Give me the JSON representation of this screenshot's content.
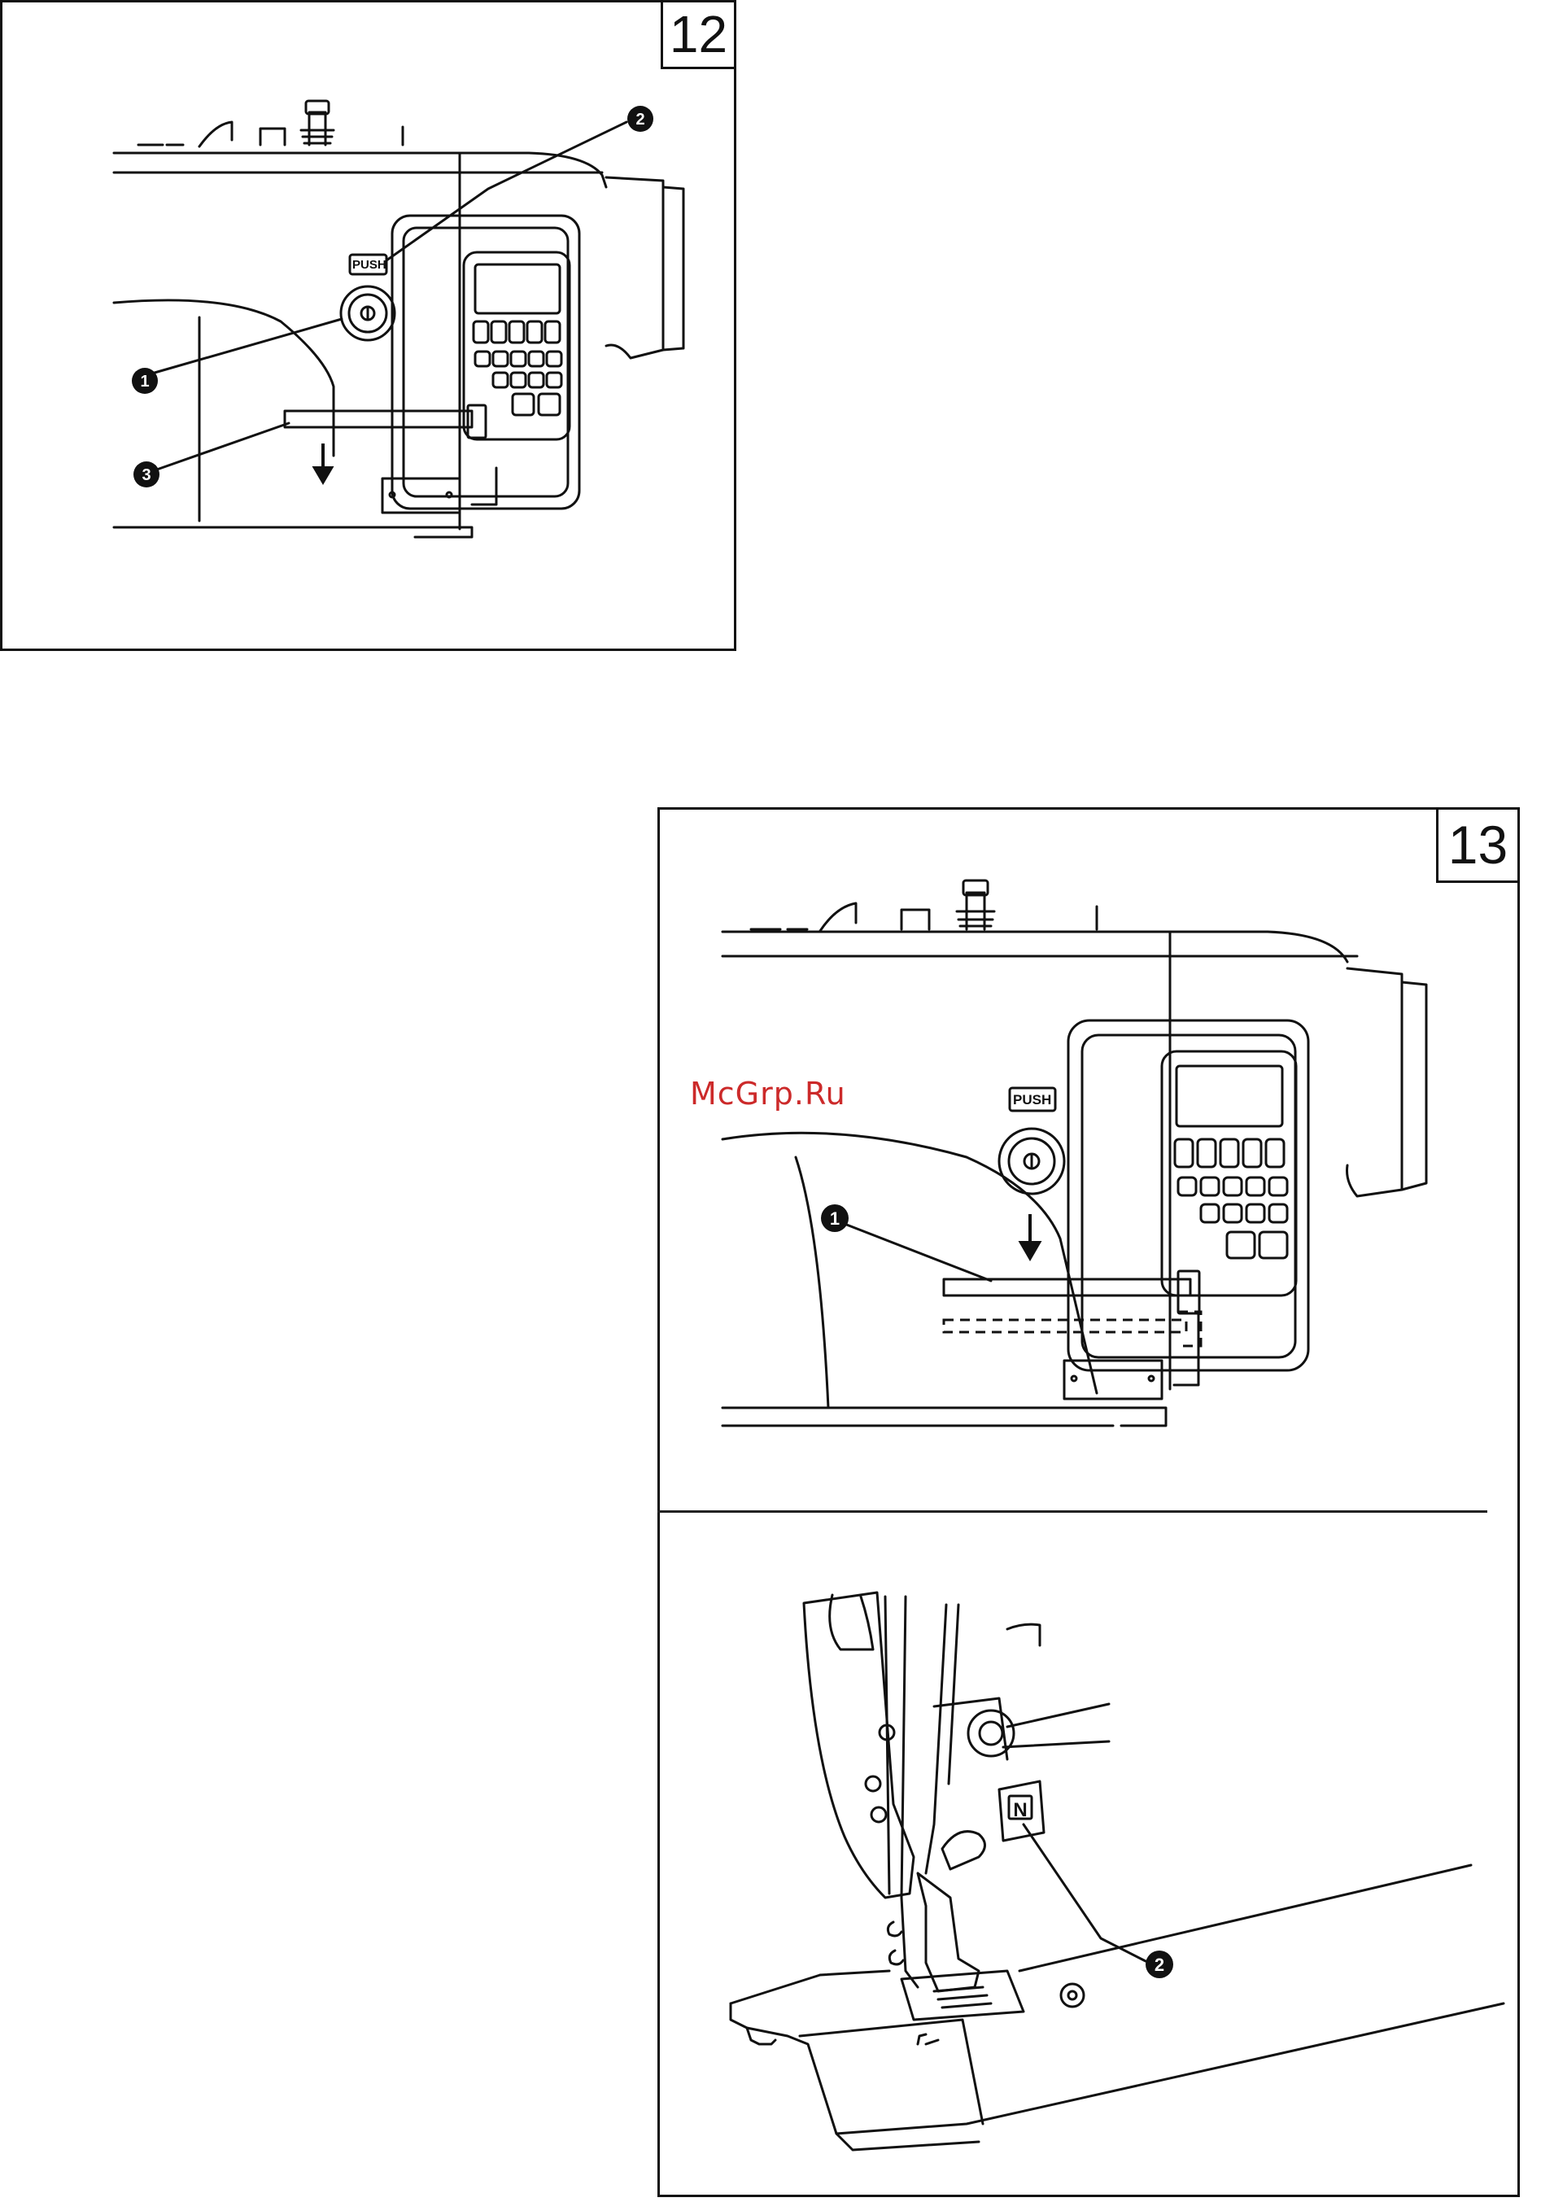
{
  "figures": [
    {
      "number": "12",
      "push_label": "PUSH",
      "callouts": [
        "1",
        "2",
        "3"
      ]
    },
    {
      "number": "13",
      "push_label": "PUSH",
      "callouts": [
        "1",
        "2"
      ],
      "presser_foot_badge": "N"
    }
  ],
  "watermark": "McGrp.Ru",
  "icons": {
    "arrow": "down-arrow-icon",
    "callout": "numbered-callout-icon"
  },
  "colors": {
    "line": "#111111",
    "watermark": "#cc2a2a",
    "background": "#ffffff"
  }
}
